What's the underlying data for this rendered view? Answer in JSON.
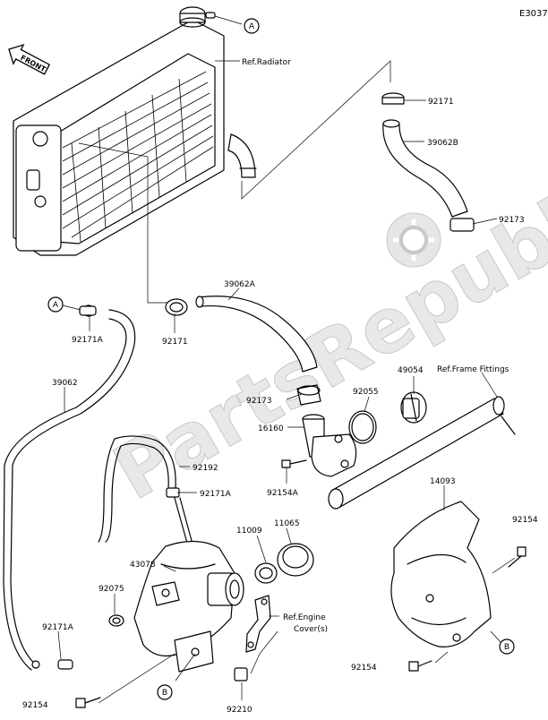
{
  "diagram": {
    "code": "E3037",
    "watermark": "PartsRepublik",
    "front_label": "FRONT",
    "refs": {
      "radiator": "Ref.Radiator",
      "frame_fittings": "Ref.Frame Fittings",
      "engine_cover_1": "Ref.Engine",
      "engine_cover_2": "Cover(s)"
    },
    "callouts": [
      "A",
      "A",
      "B",
      "B"
    ],
    "parts": [
      "92171",
      "39062B",
      "92173",
      "39062A",
      "92171",
      "92171A",
      "39062",
      "92173",
      "92055",
      "49054",
      "16160",
      "92154A",
      "92192",
      "92171A",
      "14093",
      "11065",
      "11009",
      "43078",
      "92154",
      "92075",
      "92171A",
      "92154",
      "92154",
      "92210"
    ]
  }
}
